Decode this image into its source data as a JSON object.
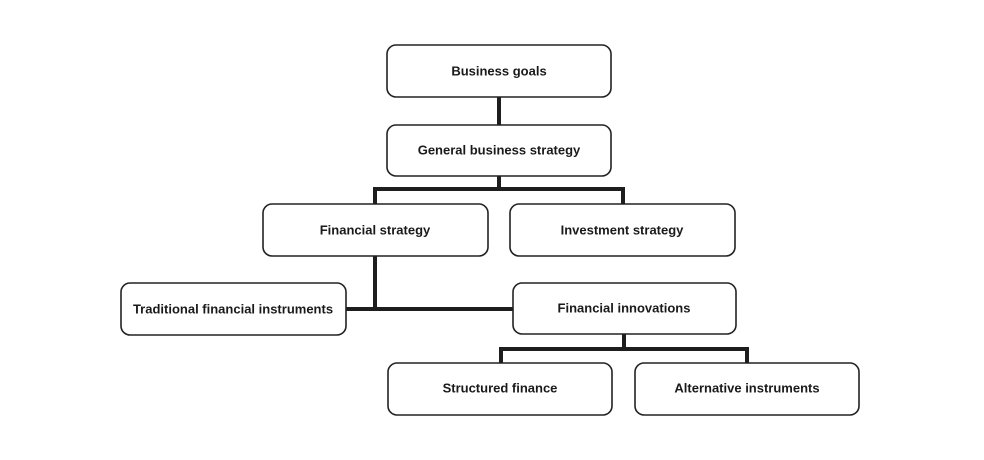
{
  "diagram": {
    "nodes": {
      "business_goals": "Business goals",
      "general_strategy": "General business strategy",
      "financial_strategy": "Financial strategy",
      "investment_strategy": "Investment strategy",
      "traditional_instruments": "Traditional financial instruments",
      "financial_innovations": "Financial innovations",
      "structured_finance": "Structured finance",
      "alternative_instruments": "Alternative instruments"
    },
    "edges": [
      {
        "from": "business_goals",
        "to": "general_strategy"
      },
      {
        "from": "general_strategy",
        "to": "financial_strategy"
      },
      {
        "from": "general_strategy",
        "to": "investment_strategy"
      },
      {
        "from": "financial_strategy",
        "to": "traditional_instruments"
      },
      {
        "from": "financial_strategy",
        "to": "financial_innovations"
      },
      {
        "from": "financial_innovations",
        "to": "structured_finance"
      },
      {
        "from": "financial_innovations",
        "to": "alternative_instruments"
      }
    ]
  }
}
